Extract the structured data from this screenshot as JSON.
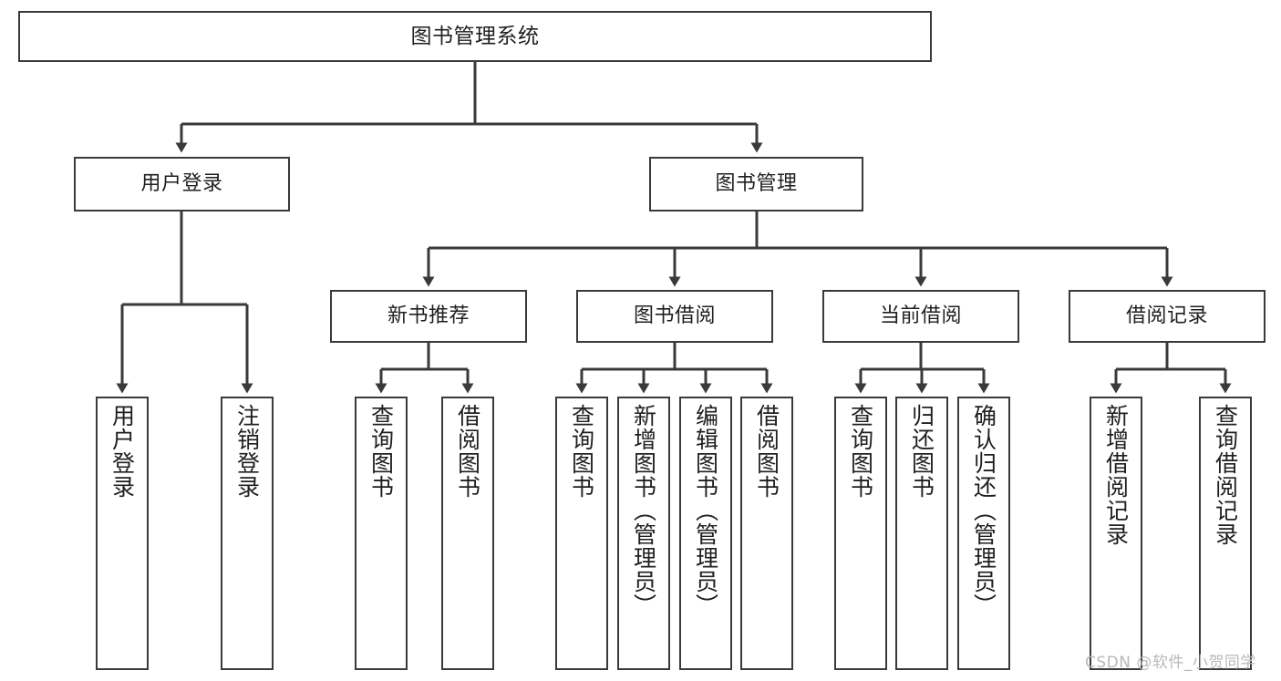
{
  "diagram": {
    "type": "tree-hierarchy",
    "title": "图书管理系统",
    "watermark": "CSDN @软件_小贺同学",
    "colors": {
      "stroke": "#3a3a3a",
      "fill": "#ffffff",
      "text": "#1f1f1f",
      "watermark": "#b9b9b9"
    },
    "nodes": {
      "root": {
        "label": "图书管理系统"
      },
      "level2": [
        {
          "id": "user-login",
          "label": "用户登录"
        },
        {
          "id": "book-manage",
          "label": "图书管理"
        }
      ],
      "level3": [
        {
          "id": "new-book-recommend",
          "label": "新书推荐"
        },
        {
          "id": "book-borrow",
          "label": "图书借阅"
        },
        {
          "id": "current-borrow",
          "label": "当前借阅"
        },
        {
          "id": "borrow-record",
          "label": "借阅记录"
        }
      ],
      "leaves": {
        "user-login": [
          {
            "id": "leaf-user-login",
            "label": "用户登录"
          },
          {
            "id": "leaf-logout-login",
            "label": "注销登录"
          }
        ],
        "new-book-recommend": [
          {
            "id": "leaf-query-book-1",
            "label": "查询图书"
          },
          {
            "id": "leaf-borrow-book-1",
            "label": "借阅图书"
          }
        ],
        "book-borrow": [
          {
            "id": "leaf-query-book-2",
            "label": "查询图书"
          },
          {
            "id": "leaf-add-book-admin",
            "label": "新增图书（管理员）"
          },
          {
            "id": "leaf-edit-book-admin",
            "label": "编辑图书（管理员）"
          },
          {
            "id": "leaf-borrow-book-2",
            "label": "借阅图书"
          }
        ],
        "current-borrow": [
          {
            "id": "leaf-query-book-3",
            "label": "查询图书"
          },
          {
            "id": "leaf-return-book",
            "label": "归还图书"
          },
          {
            "id": "leaf-confirm-return-admin",
            "label": "确认归还（管理员）"
          }
        ],
        "borrow-record": [
          {
            "id": "leaf-add-borrow-record",
            "label": "新增借阅记录"
          },
          {
            "id": "leaf-query-borrow-record",
            "label": "查询借阅记录"
          }
        ]
      }
    }
  }
}
